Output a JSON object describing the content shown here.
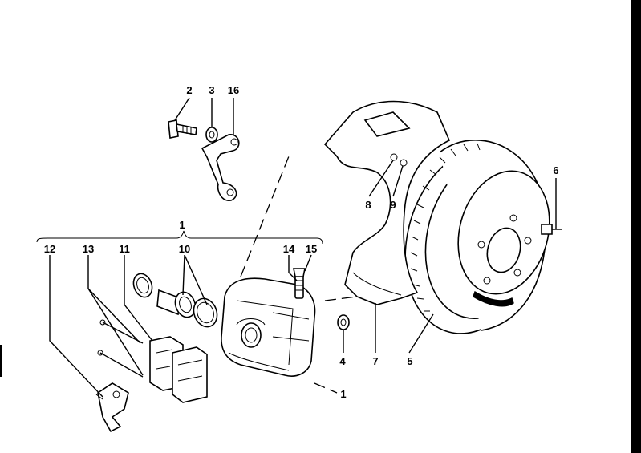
{
  "callouts": {
    "c1_top": "1",
    "c1_bottom": "1",
    "c2": "2",
    "c3": "3",
    "c4": "4",
    "c5": "5",
    "c6": "6",
    "c7": "7",
    "c8": "8",
    "c9": "9",
    "c10": "10",
    "c11": "11",
    "c12": "12",
    "c13": "13",
    "c14": "14",
    "c15": "15",
    "c16": "16"
  },
  "colors": {
    "ink": "#000000",
    "paper": "#ffffff"
  }
}
